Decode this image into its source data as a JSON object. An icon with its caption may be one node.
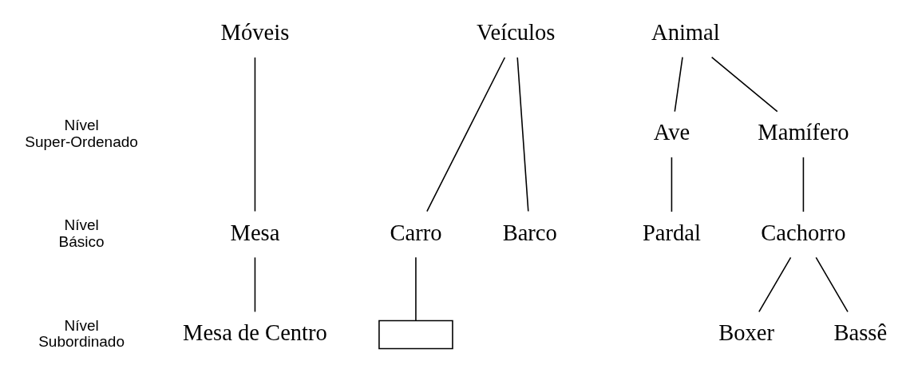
{
  "diagram": {
    "nodes": [
      {
        "text": [
          "Móveis"
        ]
      },
      {
        "text": [
          "Veículos"
        ]
      },
      {
        "text": [
          "Animal"
        ]
      },
      {
        "text": [
          "Ave"
        ]
      },
      {
        "text": [
          "Mamífero"
        ]
      },
      {
        "text": [
          "Mesa"
        ]
      },
      {
        "text": [
          "Carro"
        ]
      },
      {
        "text": [
          "Barco"
        ]
      },
      {
        "text": [
          "Pardal"
        ]
      },
      {
        "text": [
          "Cachorro"
        ]
      },
      {
        "text": [
          "Mesa de Centro"
        ]
      },
      {
        "text": [],
        "shape": "box"
      },
      {
        "text": [
          "Boxer"
        ]
      },
      {
        "text": [
          "Bassê"
        ]
      }
    ],
    "edges": [
      {
        "from": 0,
        "to": 5,
        "arrow": "none"
      },
      {
        "from": 5,
        "to": 10,
        "arrow": "none"
      },
      {
        "from": 1,
        "to": 6,
        "arrow": "none"
      },
      {
        "from": 1,
        "to": 7,
        "arrow": "none"
      },
      {
        "from": 6,
        "to": 11,
        "arrow": "none"
      },
      {
        "from": 2,
        "to": 3,
        "arrow": "none"
      },
      {
        "from": 2,
        "to": 4,
        "arrow": "none"
      },
      {
        "from": 3,
        "to": 8,
        "arrow": "none"
      },
      {
        "from": 4,
        "to": 9,
        "arrow": "none"
      },
      {
        "from": 9,
        "to": 12,
        "arrow": "none"
      },
      {
        "from": 9,
        "to": 13,
        "arrow": "none"
      }
    ],
    "labels": [
      "Nível Super-Ordenado",
      "Nível Básico",
      "Nível Subordinado"
    ]
  }
}
